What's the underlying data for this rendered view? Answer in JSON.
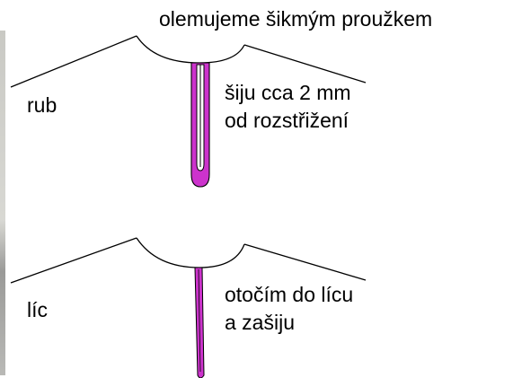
{
  "header": {
    "title": "olemujeme šikmým proužkem"
  },
  "top_panel": {
    "side_label": "rub",
    "note_line1": "šiju cca 2 mm",
    "note_line2": "od rozstřižení"
  },
  "bottom_panel": {
    "side_label": "líc",
    "note_line1": "otočím do lícu",
    "note_line2": "a zašiju"
  },
  "colors": {
    "seam_allowance": "#cc33cc",
    "outline": "#000000",
    "background": "#ffffff"
  }
}
